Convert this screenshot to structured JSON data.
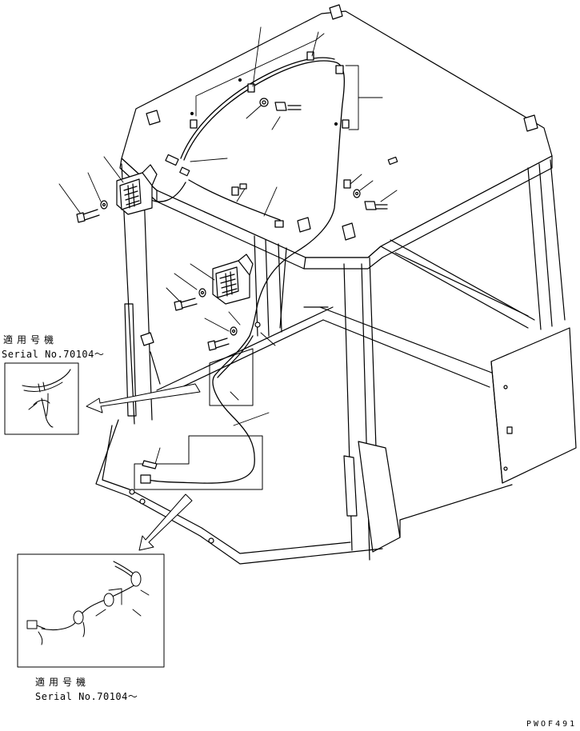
{
  "diagram": {
    "inset_top": {
      "applicability_jp": "適用号機",
      "serial_text": "Serial No.70104～"
    },
    "inset_bottom": {
      "applicability_jp": "適用号機",
      "serial_text": "Serial No.70104～"
    },
    "drawing_code": "PWOF491"
  }
}
